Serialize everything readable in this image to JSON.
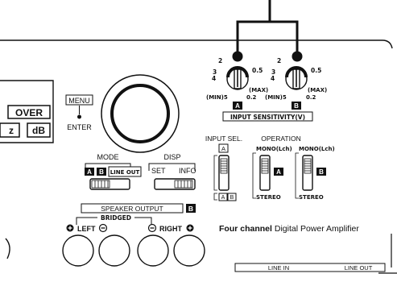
{
  "display_buttons": {
    "over": "OVER",
    "z": "z",
    "db": "dB"
  },
  "menu": {
    "label": "MENU",
    "enter": "ENTER"
  },
  "mode": {
    "label": "MODE",
    "opt_a": "A",
    "opt_b": "B",
    "line_out": "LINE OUT"
  },
  "disp": {
    "label": "DISP",
    "set": "SET",
    "info": "INFO"
  },
  "sensitivity": {
    "title": "INPUT SENSITIVITY(V)",
    "scale_2": "2",
    "scale_3": "3",
    "scale_4": "4",
    "scale_05": "0.5",
    "scale_max": "(MAX)",
    "scale_min": "(MIN)5",
    "scale_02": "0.2",
    "knob_a": "A",
    "knob_b": "B"
  },
  "input_sel": {
    "label": "INPUT SEL.",
    "top": "A",
    "bottom_a": "A",
    "bottom_b": "B"
  },
  "operation": {
    "label": "OPERATION",
    "mono": "MONO(Lch)",
    "stereo": "STEREO",
    "ch_a": "A",
    "ch_b": "B"
  },
  "speaker_output": {
    "label": "SPEAKER OUTPUT",
    "channel": "B",
    "bridged": "BRIDGED",
    "left": "LEFT",
    "right": "RIGHT"
  },
  "product": {
    "bold": "Four channel",
    "rest": "Digital Power Amplifier"
  },
  "line_labels": {
    "line_in": "LINE IN",
    "line_out": "LINE OUT"
  }
}
